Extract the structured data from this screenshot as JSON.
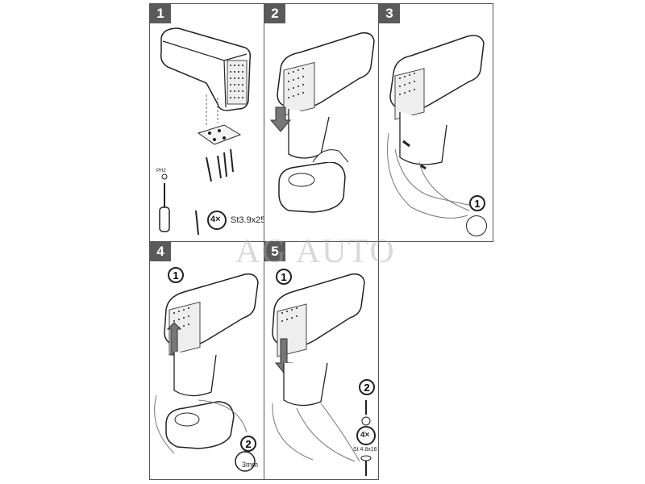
{
  "watermark": "AG AUTO",
  "steps": [
    {
      "number": "1",
      "screw_count": "4×",
      "screw_spec": "St3.9x25",
      "screwdriver_tag": "PH2"
    },
    {
      "number": "2"
    },
    {
      "number": "3",
      "callout": "1"
    },
    {
      "number": "4",
      "callout_1": "1",
      "callout_2": "2",
      "hex_size": "3mm"
    },
    {
      "number": "5",
      "callout_1": "1",
      "callout_2": "2",
      "screw_count": "4×",
      "screw_spec": "St 4.8x16"
    }
  ]
}
